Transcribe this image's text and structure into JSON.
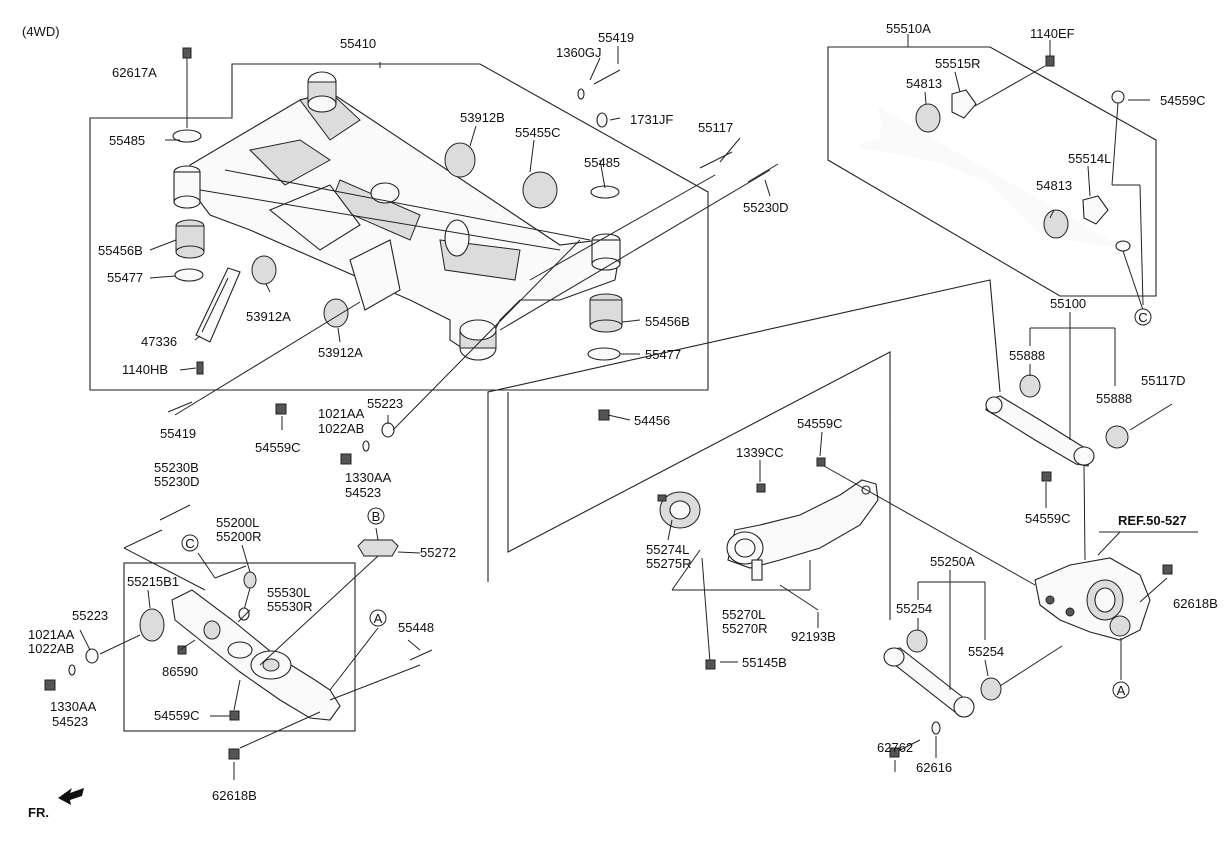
{
  "header": {
    "variant": "(4WD)"
  },
  "footer": {
    "direction": "FR."
  },
  "reference": "REF.50-527",
  "callouts": [
    "A",
    "B",
    "C"
  ],
  "labels": {
    "p62617A": "62617A",
    "p55410": "55410",
    "p55419_top": "55419",
    "p1360GJ": "1360GJ",
    "p1731JF": "1731JF",
    "p55485_left": "55485",
    "p53912B": "53912B",
    "p55455C": "55455C",
    "p55117": "55117",
    "p55485_right": "55485",
    "p55230D": "55230D",
    "p55456B_left": "55456B",
    "p55477_left": "55477",
    "p53912A_a": "53912A",
    "p47336": "47336",
    "p53912A_b": "53912A",
    "p1140HB": "1140HB",
    "p55456B_right": "55456B",
    "p55477_right": "55477",
    "p55419_bottom": "55419",
    "p54559C_mid": "54559C",
    "p1021AA_mid": "1021AA",
    "p1022AB_mid": "1022AB",
    "p55223_mid": "55223",
    "p1330AA_mid": "1330AA",
    "p54523_mid": "54523",
    "p54456": "54456",
    "p55510A": "55510A",
    "p1140EF": "1140EF",
    "p55515R": "55515R",
    "p54813_top": "54813",
    "p54559C_topright": "54559C",
    "p55514L": "55514L",
    "p54813_mid": "54813",
    "p55100": "55100",
    "p55888_a": "55888",
    "p55888_b": "55888",
    "p55117D": "55117D",
    "p54559C_right": "54559C",
    "p54559C_center": "54559C",
    "p1339CC": "1339CC",
    "p55230B": "55230B",
    "p55230D_b": "55230D",
    "p55200L": "55200L",
    "p55200R": "55200R",
    "p55272": "55272",
    "p55215B1": "55215B1",
    "p55530L": "55530L",
    "p55530R": "55530R",
    "p55223_left": "55223",
    "p1021AA_left": "1021AA",
    "p1022AB_left": "1022AB",
    "p86590": "86590",
    "p55448": "55448",
    "p1330AA_left": "1330AA",
    "p54523_left": "54523",
    "p54559C_bottom": "54559C",
    "p62618B_bottom": "62618B",
    "p55274L": "55274L",
    "p55275R": "55275R",
    "p55270L": "55270L",
    "p55270R": "55270R",
    "p55145B": "55145B",
    "p92193B": "92193B",
    "p55250A": "55250A",
    "p55254_a": "55254",
    "p55254_b": "55254",
    "p62618B_right": "62618B",
    "p62762": "62762",
    "p62616": "62616"
  }
}
